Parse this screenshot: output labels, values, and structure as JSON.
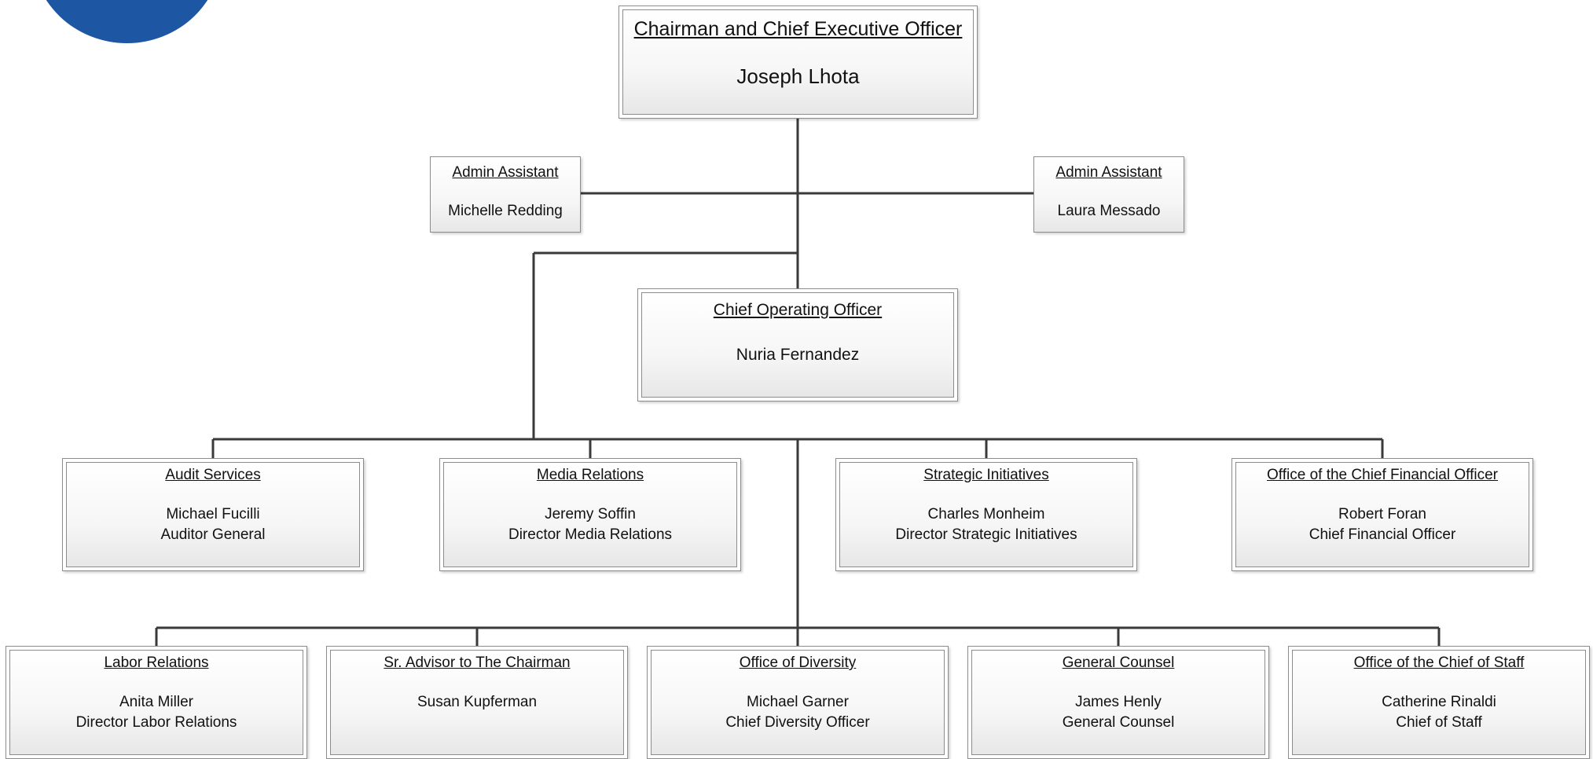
{
  "colors": {
    "logo": "#1d56a3",
    "connector": "#3a3a3a",
    "border": "#8c8c8c"
  },
  "chart": {
    "ceo": {
      "title": "Chairman and Chief Executive Officer",
      "name": "Joseph Lhota"
    },
    "assistants": [
      {
        "title": "Admin Assistant",
        "name": "Michelle Redding"
      },
      {
        "title": "Admin Assistant",
        "name": "Laura Messado"
      }
    ],
    "coo": {
      "title": "Chief Operating Officer",
      "name": "Nuria Fernandez"
    },
    "tier1": [
      {
        "title": "Audit Services",
        "name": "Michael Fucilli",
        "role": "Auditor General"
      },
      {
        "title": "Media Relations",
        "name": "Jeremy Soffin",
        "role": "Director Media Relations"
      },
      {
        "title": "Strategic Initiatives",
        "name": "Charles Monheim",
        "role": "Director Strategic Initiatives"
      },
      {
        "title": "Office of the Chief Financial Officer",
        "name": "Robert Foran",
        "role": "Chief Financial Officer"
      }
    ],
    "tier2": [
      {
        "title": "Labor Relations",
        "name": "Anita Miller",
        "role": "Director Labor Relations"
      },
      {
        "title": "Sr. Advisor to The Chairman",
        "name": "Susan Kupferman",
        "role": ""
      },
      {
        "title": "Office of Diversity",
        "name": "Michael Garner",
        "role": "Chief Diversity Officer"
      },
      {
        "title": "General Counsel",
        "name": "James Henly",
        "role": "General Counsel"
      },
      {
        "title": "Office of the Chief of Staff",
        "name": "Catherine Rinaldi",
        "role": "Chief of Staff"
      }
    ]
  }
}
